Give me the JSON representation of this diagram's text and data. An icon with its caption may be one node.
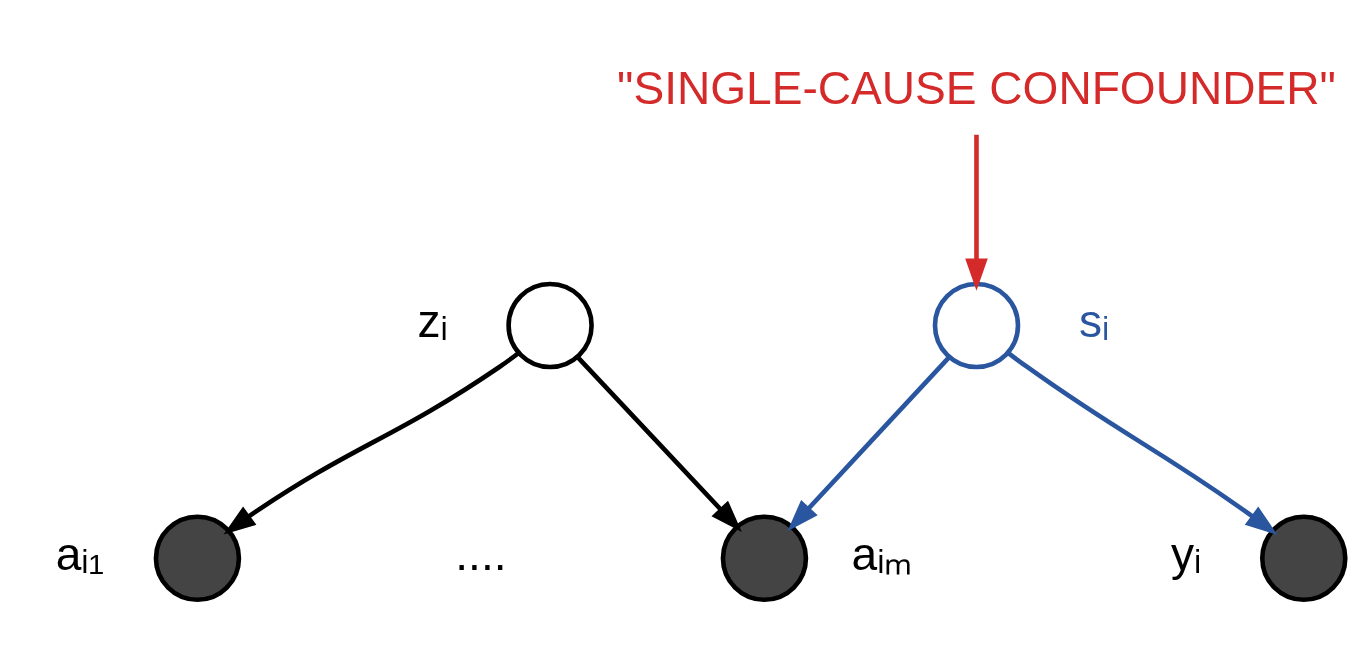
{
  "diagram": {
    "nodes": [
      {
        "text": [
          "\"SINGLE-CAUSE CONFOUNDER\""
        ]
      },
      {
        "text": [],
        "shape": "circle",
        "beside": [
          "zᵢ"
        ]
      },
      {
        "text": [],
        "shape": "circle",
        "beside": [
          "sᵢ"
        ]
      },
      {
        "text": [],
        "shape": "circle",
        "beside": [
          "aᵢ₁"
        ]
      },
      {
        "text": [],
        "shape": "circle",
        "beside": [
          "aᵢₘ"
        ]
      },
      {
        "text": [],
        "shape": "circle",
        "beside": [
          "yᵢ"
        ]
      }
    ],
    "edges": [
      {
        "from": 0,
        "to": 2,
        "arrow": "to",
        "color": "#d42a2a"
      },
      {
        "from": 1,
        "to": 3,
        "arrow": "to"
      },
      {
        "from": 1,
        "to": 4,
        "arrow": "to"
      },
      {
        "from": 2,
        "to": 4,
        "arrow": "to",
        "color": "#2a56a0"
      },
      {
        "from": 2,
        "to": 5,
        "arrow": "to",
        "color": "#2a56a0"
      }
    ],
    "labels": [
      "...."
    ]
  }
}
